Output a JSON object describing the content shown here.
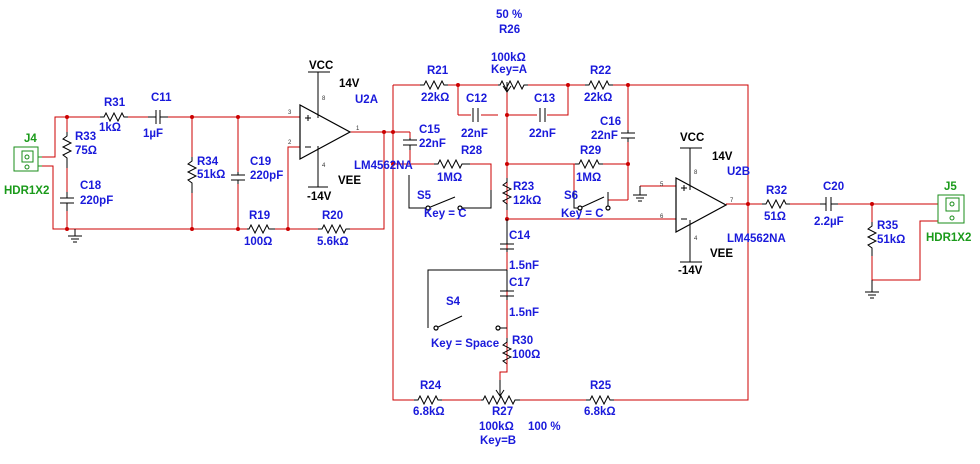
{
  "components": {
    "j4": {
      "ref": "J4",
      "type": "HDR1X2"
    },
    "j5": {
      "ref": "J5",
      "type": "HDR1X2"
    },
    "r31": {
      "ref": "R31",
      "value": "1kΩ"
    },
    "r33": {
      "ref": "R33",
      "value": "75Ω"
    },
    "c11": {
      "ref": "C11",
      "value": "1µF"
    },
    "c18": {
      "ref": "C18",
      "value": "220pF"
    },
    "r34": {
      "ref": "R34",
      "value": "51kΩ"
    },
    "c19": {
      "ref": "C19",
      "value": "220pF"
    },
    "r19": {
      "ref": "R19",
      "value": "100Ω"
    },
    "r20": {
      "ref": "R20",
      "value": "5.6kΩ"
    },
    "u2a": {
      "ref": "U2A",
      "part": "LM4562NA",
      "vcc": "VCC",
      "vcc_v": "14V",
      "vee": "VEE",
      "vee_v": "-14V"
    },
    "u2b": {
      "ref": "U2B",
      "part": "LM4562NA",
      "vcc": "VCC",
      "vcc_v": "14V",
      "vee": "VEE",
      "vee_v": "-14V"
    },
    "r21": {
      "ref": "R21",
      "value": "22kΩ"
    },
    "r22": {
      "ref": "R22",
      "value": "22kΩ"
    },
    "r26": {
      "ref": "R26",
      "value": "100kΩ",
      "key": "Key=A",
      "setting": "50 %"
    },
    "c12": {
      "ref": "C12",
      "value": "22nF"
    },
    "c13": {
      "ref": "C13",
      "value": "22nF"
    },
    "c15": {
      "ref": "C15",
      "value": "22nF"
    },
    "c16": {
      "ref": "C16",
      "value": "22nF"
    },
    "r28": {
      "ref": "R28",
      "value": "1MΩ"
    },
    "r29": {
      "ref": "R29",
      "value": "1MΩ"
    },
    "r23": {
      "ref": "R23",
      "value": "12kΩ"
    },
    "s5": {
      "ref": "S5",
      "key": "Key = C"
    },
    "s6": {
      "ref": "S6",
      "key": "Key = C"
    },
    "c14": {
      "ref": "C14",
      "value": "1.5nF"
    },
    "c17": {
      "ref": "C17",
      "value": "1.5nF"
    },
    "s4": {
      "ref": "S4",
      "key": "Key = Space"
    },
    "r30": {
      "ref": "R30",
      "value": "100Ω"
    },
    "r24": {
      "ref": "R24",
      "value": "6.8kΩ"
    },
    "r25": {
      "ref": "R25",
      "value": "6.8kΩ"
    },
    "r27": {
      "ref": "R27",
      "value": "100kΩ",
      "key": "Key=B",
      "setting": "100 %"
    },
    "r32": {
      "ref": "R32",
      "value": "51Ω"
    },
    "c20": {
      "ref": "C20",
      "value": "2.2µF"
    },
    "r35": {
      "ref": "R35",
      "value": "51kΩ"
    }
  },
  "pins": {
    "one": "1",
    "two": "2",
    "three": "3",
    "four": "4",
    "five": "5",
    "six": "6",
    "seven": "7",
    "eight": "8"
  },
  "colors": {
    "wire": "#cc0000",
    "label": "#1a1adb",
    "connector": "#1a9a1a",
    "symbol": "#000000"
  }
}
